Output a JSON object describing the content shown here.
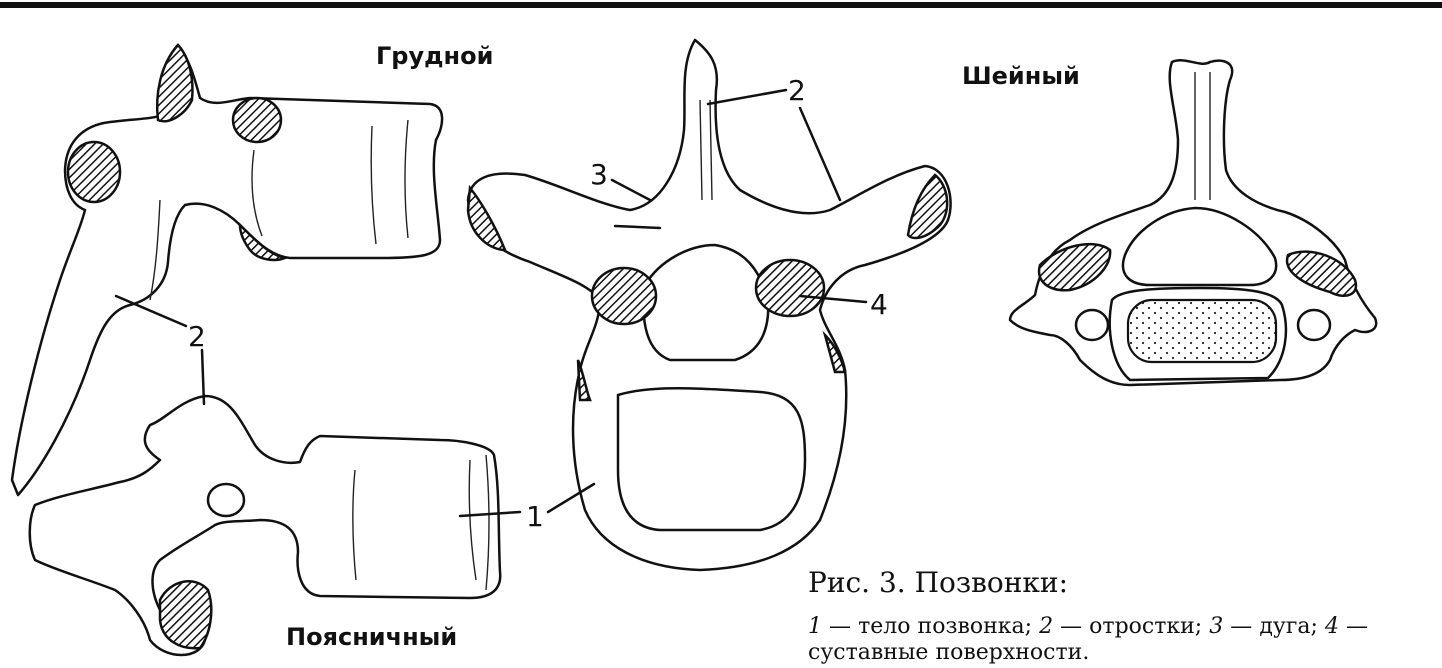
{
  "labels": {
    "thoracic": "Грудной",
    "cervical": "Шейный",
    "lumbar": "Поясничный",
    "n1": "1",
    "n2_top": "2",
    "n2_left": "2",
    "n3": "3",
    "n4": "4"
  },
  "caption": {
    "title": "Рис. 3. Позвонки:",
    "items": [
      {
        "num": "1",
        "text": " — тело позвонка; "
      },
      {
        "num": "2",
        "text": " — отростки; "
      },
      {
        "num": "3",
        "text": " — дуга; "
      },
      {
        "num": "4",
        "text": " — суставные поверхности."
      }
    ]
  }
}
